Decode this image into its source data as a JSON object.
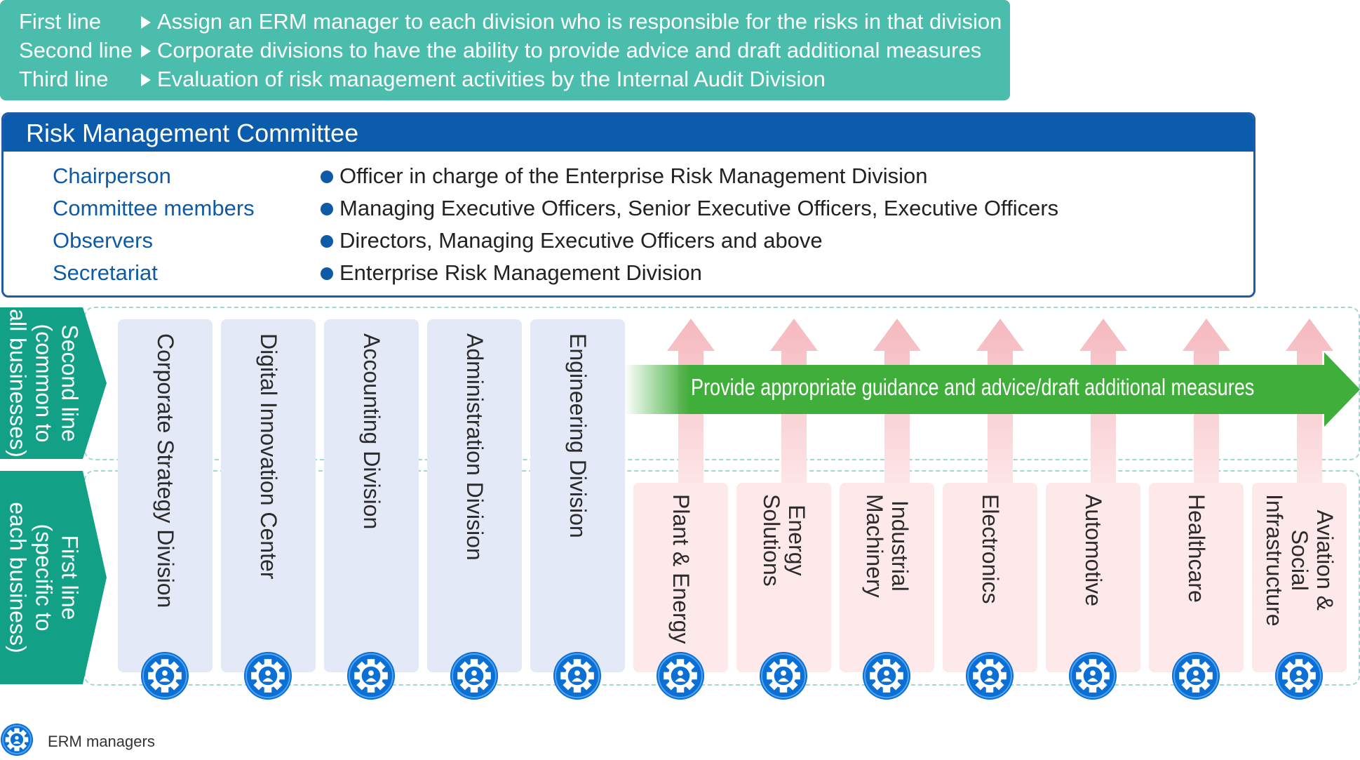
{
  "lines_of_defense": [
    {
      "label": "First line",
      "text": "Assign an ERM manager to each division who is responsible for the risks in that division"
    },
    {
      "label": "Second line",
      "text": "Corporate divisions to have the ability to provide advice and draft additional measures"
    },
    {
      "label": "Third line",
      "text": "Evaluation of risk management activities by the Internal Audit Division"
    }
  ],
  "committee": {
    "title": "Risk Management Committee",
    "rows": [
      {
        "label": "Chairperson",
        "value": "Officer in charge of the Enterprise Risk Management Division"
      },
      {
        "label": "Committee members",
        "value": "Managing Executive Officers, Senior Executive Officers, Executive Officers"
      },
      {
        "label": "Observers",
        "value": "Directors, Managing Executive Officers and above"
      },
      {
        "label": "Secretariat",
        "value": "Enterprise Risk Management Division"
      }
    ]
  },
  "bands": {
    "second_line": "Second line\n(common to\nall businesses)",
    "first_line": "First line\n(specific to\neach business)"
  },
  "corporate_divisions": [
    "Corporate Strategy Division",
    "Digital Innovation Center",
    "Accounting Division",
    "Administration Division",
    "Engineering Division"
  ],
  "business_divisions": [
    "Plant & Energy",
    "Energy\nSolutions",
    "Industrial\nMachinery",
    "Electronics",
    "Automotive",
    "Healthcare",
    "Aviation &\nSocial\nInfrastructure"
  ],
  "guidance_arrow": "Provide appropriate guidance and advice/draft additional measures",
  "legend": {
    "icon": "erm-manager-gear-icon",
    "label": "ERM managers"
  },
  "colors": {
    "teal": "#4bbdad",
    "dark_teal": "#12a086",
    "navy": "#0b5cad",
    "green_arrow": "#3fae3a",
    "corporate_column": "#e3e9f7",
    "business_column": "#fde8ea",
    "up_arrow": "#f8c9cd",
    "gear": "#0b6fd3"
  }
}
